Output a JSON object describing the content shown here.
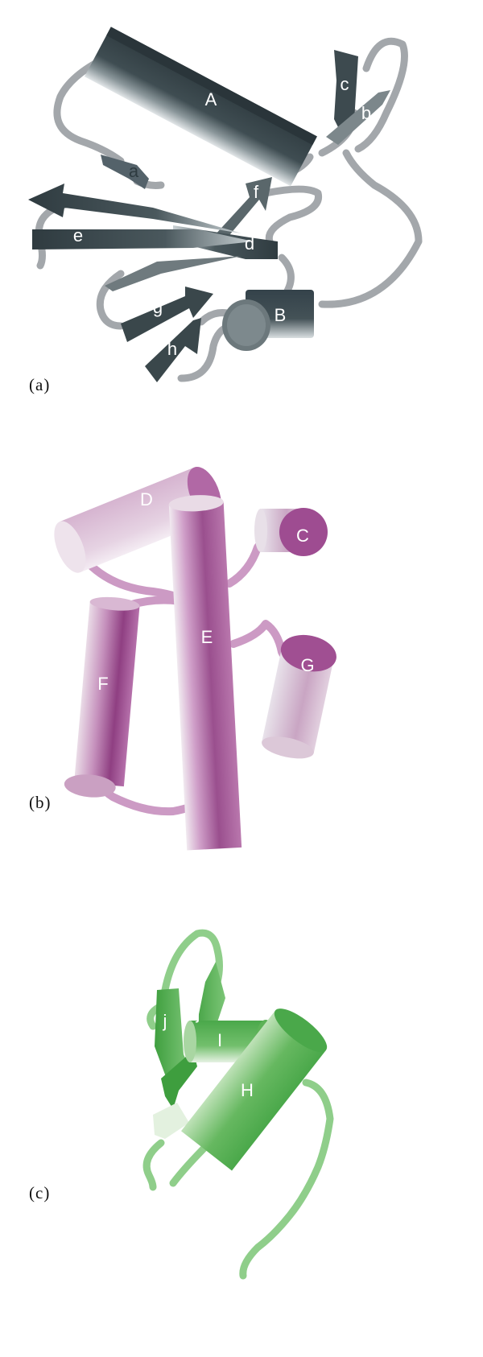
{
  "panels": [
    {
      "caption": "(a)",
      "color": "#3a474b",
      "coil_color": "#a3a7ab",
      "labels": {
        "A": "A",
        "B": "B",
        "a": "a",
        "b": "b",
        "c": "c",
        "d": "d",
        "e": "e",
        "f": "f",
        "g": "g",
        "h": "h"
      }
    },
    {
      "caption": "(b)",
      "color": "#9a4f8e",
      "coil_color": "#cc9ac4",
      "labels": {
        "C": "C",
        "D": "D",
        "E": "E",
        "F": "F",
        "G": "G"
      }
    },
    {
      "caption": "(c)",
      "color": "#4aa84a",
      "coil_color": "#8fce8a",
      "labels": {
        "H": "H",
        "I": "I",
        "j1": "j",
        "j2": "j"
      }
    }
  ]
}
